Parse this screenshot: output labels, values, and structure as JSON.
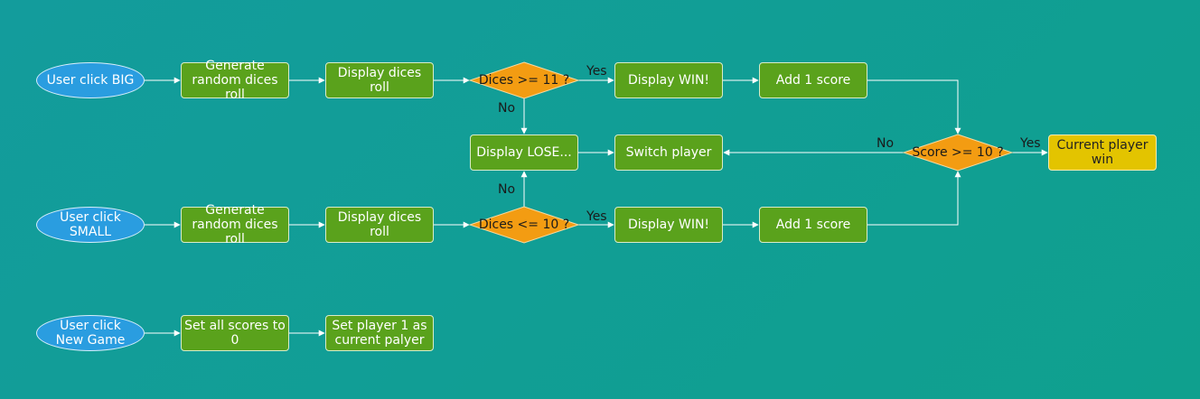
{
  "colors": {
    "process": "#5aa21c",
    "start": "#2a9de0",
    "decision": "#f39c12",
    "end": "#e3c400",
    "connector": "#ffffff"
  },
  "nodes": {
    "user_click_big": "User click BIG",
    "gen_big": "Generate random dices roll",
    "disp_roll_big": "Display dices roll",
    "dec_big": "Dices >= 11 ?",
    "win_big": "Display WIN!",
    "add_big": "Add 1 score",
    "display_lose": "Display LOSE...",
    "switch_player": "Switch player",
    "dec_score": "Score >= 10 ?",
    "current_win": "Current player win",
    "user_click_small": "User click SMALL",
    "gen_small": "Generate random dices roll",
    "disp_roll_small": "Display dices roll",
    "dec_small": "Dices <= 10 ?",
    "win_small": "Display WIN!",
    "add_small": "Add 1 score",
    "user_click_new": "User click New Game",
    "set_scores": "Set all scores to 0",
    "set_player": "Set player 1 as current palyer"
  },
  "edge_labels": {
    "big_yes": "Yes",
    "big_no": "No",
    "small_yes": "Yes",
    "small_no": "No",
    "score_yes": "Yes",
    "score_no": "No"
  }
}
